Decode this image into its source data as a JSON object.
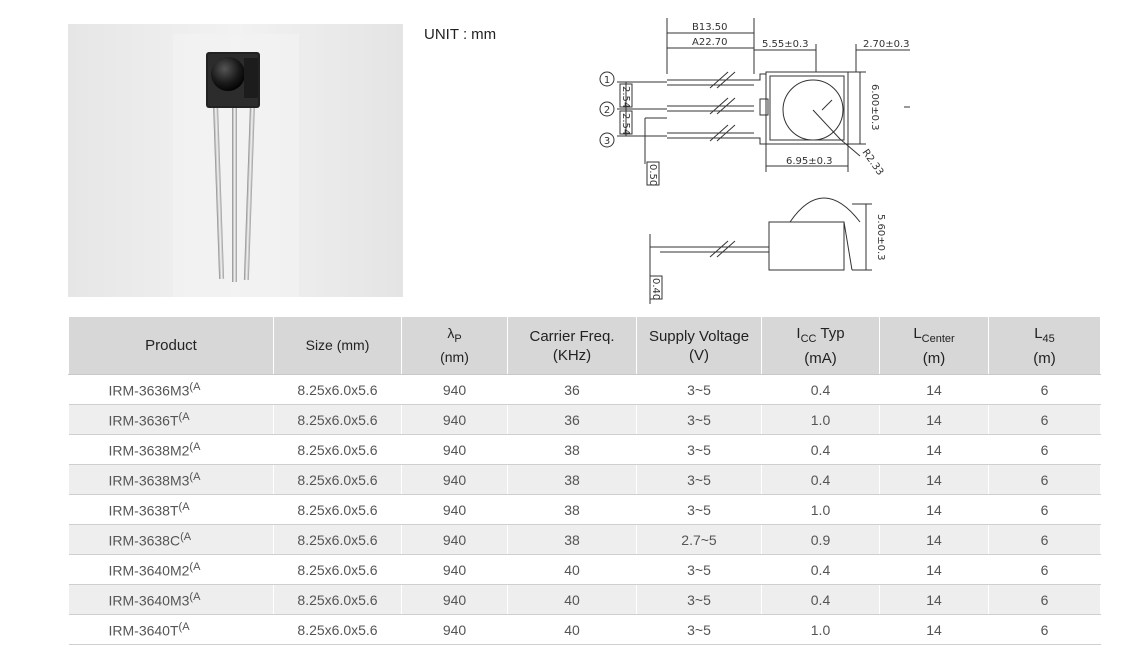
{
  "unit_label": {
    "text": "UNIT",
    "value": "mm"
  },
  "drawing": {
    "pins": [
      "1",
      "2",
      "3"
    ],
    "dims": {
      "b": "B13.50",
      "a": "A22.70",
      "top_mid": "5.55±0.3",
      "top_right": "2.70±0.3",
      "pitch1": "2.54",
      "pitch2": "2.54",
      "lead_w": "0.50",
      "height": "6.00±0.3",
      "width": "6.95±0.3",
      "radius": "R2.33",
      "depth": "5.60±0.3",
      "lead_t": "0.40"
    }
  },
  "table": {
    "headers": {
      "product": "Product",
      "size": "Size (mm)",
      "lambda_main": "λ",
      "lambda_sub": "P",
      "lambda_unit": "(nm)",
      "carrier_line1": "Carrier Freq.",
      "carrier_line2": "(KHz)",
      "supply_line1": "Supply Voltage",
      "supply_line2": "(V)",
      "icc_main": "I",
      "icc_sub": "CC",
      "icc_rest": " Typ",
      "icc_unit": "(mA)",
      "lcenter_main": "L",
      "lcenter_sub": "Center",
      "lcenter_unit": "(m)",
      "l45_main": "L",
      "l45_sub": "45",
      "l45_unit": "(m)"
    },
    "rows": [
      {
        "product": "IRM-3636M3",
        "note": "(A",
        "size": "8.25x6.0x5.6",
        "lambda": "940",
        "carrier": "36",
        "supply": "3~5",
        "icc": "0.4",
        "lcenter": "14",
        "l45": "6"
      },
      {
        "product": "IRM-3636T",
        "note": "(A",
        "size": "8.25x6.0x5.6",
        "lambda": "940",
        "carrier": "36",
        "supply": "3~5",
        "icc": "1.0",
        "lcenter": "14",
        "l45": "6"
      },
      {
        "product": "IRM-3638M2",
        "note": "(A",
        "size": "8.25x6.0x5.6",
        "lambda": "940",
        "carrier": "38",
        "supply": "3~5",
        "icc": "0.4",
        "lcenter": "14",
        "l45": "6"
      },
      {
        "product": "IRM-3638M3",
        "note": "(A",
        "size": "8.25x6.0x5.6",
        "lambda": "940",
        "carrier": "38",
        "supply": "3~5",
        "icc": "0.4",
        "lcenter": "14",
        "l45": "6"
      },
      {
        "product": "IRM-3638T",
        "note": "(A",
        "size": "8.25x6.0x5.6",
        "lambda": "940",
        "carrier": "38",
        "supply": "3~5",
        "icc": "1.0",
        "lcenter": "14",
        "l45": "6"
      },
      {
        "product": "IRM-3638C",
        "note": "(A",
        "size": "8.25x6.0x5.6",
        "lambda": "940",
        "carrier": "38",
        "supply": "2.7~5",
        "icc": "0.9",
        "lcenter": "14",
        "l45": "6"
      },
      {
        "product": "IRM-3640M2",
        "note": "(A",
        "size": "8.25x6.0x5.6",
        "lambda": "940",
        "carrier": "40",
        "supply": "3~5",
        "icc": "0.4",
        "lcenter": "14",
        "l45": "6"
      },
      {
        "product": "IRM-3640M3",
        "note": "(A",
        "size": "8.25x6.0x5.6",
        "lambda": "940",
        "carrier": "40",
        "supply": "3~5",
        "icc": "0.4",
        "lcenter": "14",
        "l45": "6"
      },
      {
        "product": "IRM-3640T",
        "note": "(A",
        "size": "8.25x6.0x5.6",
        "lambda": "940",
        "carrier": "40",
        "supply": "3~5",
        "icc": "1.0",
        "lcenter": "14",
        "l45": "6"
      }
    ]
  }
}
